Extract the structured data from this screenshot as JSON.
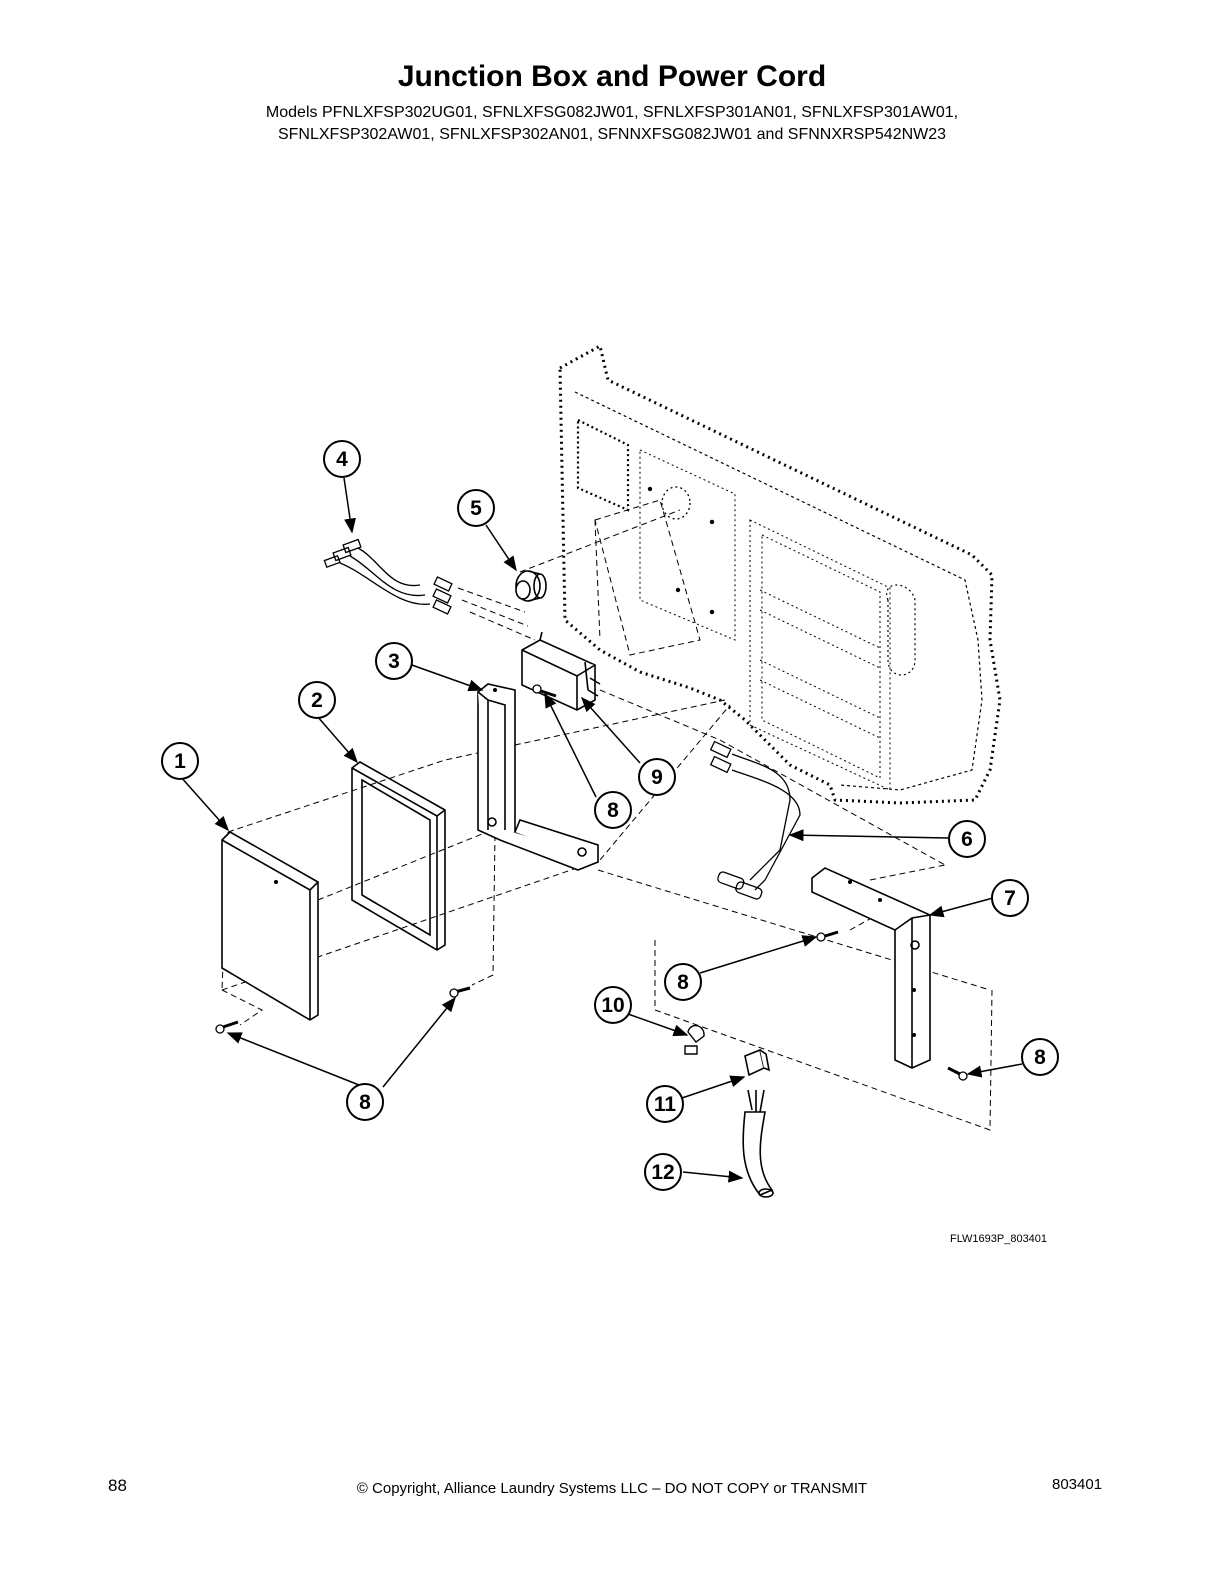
{
  "header": {
    "title": "Junction Box and Power Cord",
    "models_line1": "Models PFNLXFSP302UG01, SFNLXFSG082JW01, SFNLXFSP301AN01, SFNLXFSP301AW01,",
    "models_line2": "SFNLXFSP302AW01, SFNLXFSP302AN01, SFNNXFSG082JW01 and SFNNXRSP542NW23"
  },
  "diagram": {
    "figure_id": "FLW1693P_803401",
    "callouts": [
      "1",
      "2",
      "3",
      "4",
      "5",
      "6",
      "7",
      "8",
      "8",
      "8",
      "8",
      "9",
      "10",
      "11",
      "12"
    ]
  },
  "footer": {
    "page_number": "88",
    "copyright": "© Copyright, Alliance Laundry Systems LLC – DO NOT COPY or TRANSMIT",
    "doc_number": "803401"
  }
}
